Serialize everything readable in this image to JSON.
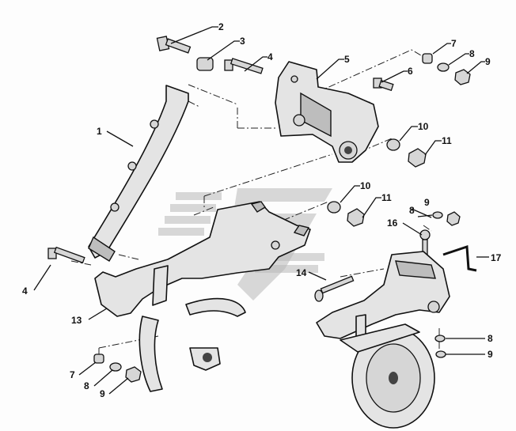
{
  "callouts": [
    {
      "id": "c2a",
      "text": "2"
    },
    {
      "id": "c3",
      "text": "3"
    },
    {
      "id": "c4a",
      "text": "4"
    },
    {
      "id": "c5",
      "text": "5"
    },
    {
      "id": "c7a",
      "text": "7"
    },
    {
      "id": "c8a",
      "text": "8"
    },
    {
      "id": "c9a",
      "text": "9"
    },
    {
      "id": "c6",
      "text": "6"
    },
    {
      "id": "c1",
      "text": "1"
    },
    {
      "id": "c10a",
      "text": "10"
    },
    {
      "id": "c11a",
      "text": "11"
    },
    {
      "id": "c10b",
      "text": "10"
    },
    {
      "id": "c11b",
      "text": "11"
    },
    {
      "id": "c9b",
      "text": "9"
    },
    {
      "id": "c8b",
      "text": "8"
    },
    {
      "id": "c16",
      "text": "16"
    },
    {
      "id": "c17",
      "text": "17"
    },
    {
      "id": "c4b",
      "text": "4"
    },
    {
      "id": "c14",
      "text": "14"
    },
    {
      "id": "c13",
      "text": "13"
    },
    {
      "id": "c8c",
      "text": "8"
    },
    {
      "id": "c9c",
      "text": "9"
    },
    {
      "id": "c7b",
      "text": "7"
    },
    {
      "id": "c8d",
      "text": "8"
    },
    {
      "id": "c9d",
      "text": "9"
    }
  ]
}
